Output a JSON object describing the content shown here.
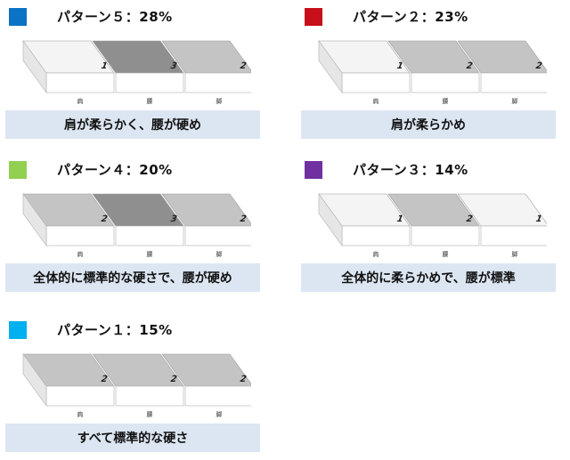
{
  "patterns": [
    {
      "title": "パターン５：28%",
      "color": "#0b72c4",
      "caption": "肩が柔らかく、腰が硬め",
      "segments": [
        {
          "label": "肩",
          "value": "1",
          "shade": "light"
        },
        {
          "label": "腰",
          "value": "3",
          "shade": "dark"
        },
        {
          "label": "脚",
          "value": "2",
          "shade": "mid"
        }
      ]
    },
    {
      "title": "パターン２：23%",
      "color": "#c8101a",
      "caption": "肩が柔らかめ",
      "segments": [
        {
          "label": "肩",
          "value": "1",
          "shade": "light"
        },
        {
          "label": "腰",
          "value": "2",
          "shade": "mid"
        },
        {
          "label": "脚",
          "value": "2",
          "shade": "mid"
        }
      ]
    },
    {
      "title": "パターン４：20%",
      "color": "#92d050",
      "caption": "全体的に標準的な硬さで、腰が硬め",
      "segments": [
        {
          "label": "肩",
          "value": "2",
          "shade": "mid"
        },
        {
          "label": "腰",
          "value": "3",
          "shade": "dark"
        },
        {
          "label": "脚",
          "value": "2",
          "shade": "mid"
        }
      ]
    },
    {
      "title": "パターン３：14%",
      "color": "#7030a0",
      "caption": "全体的に柔らかめで、腰が標準",
      "segments": [
        {
          "label": "肩",
          "value": "1",
          "shade": "light"
        },
        {
          "label": "腰",
          "value": "2",
          "shade": "mid"
        },
        {
          "label": "脚",
          "value": "1",
          "shade": "light"
        }
      ]
    },
    {
      "title": "パターン１：15%",
      "color": "#00b0f0",
      "caption": "すべて標準的な硬さ",
      "segments": [
        {
          "label": "肩",
          "value": "2",
          "shade": "mid"
        },
        {
          "label": "腰",
          "value": "2",
          "shade": "mid"
        },
        {
          "label": "脚",
          "value": "2",
          "shade": "mid"
        }
      ]
    }
  ],
  "shades": {
    "light": "#f4f4f4",
    "mid": "#c4c4c4",
    "dark": "#8f8f8f"
  }
}
